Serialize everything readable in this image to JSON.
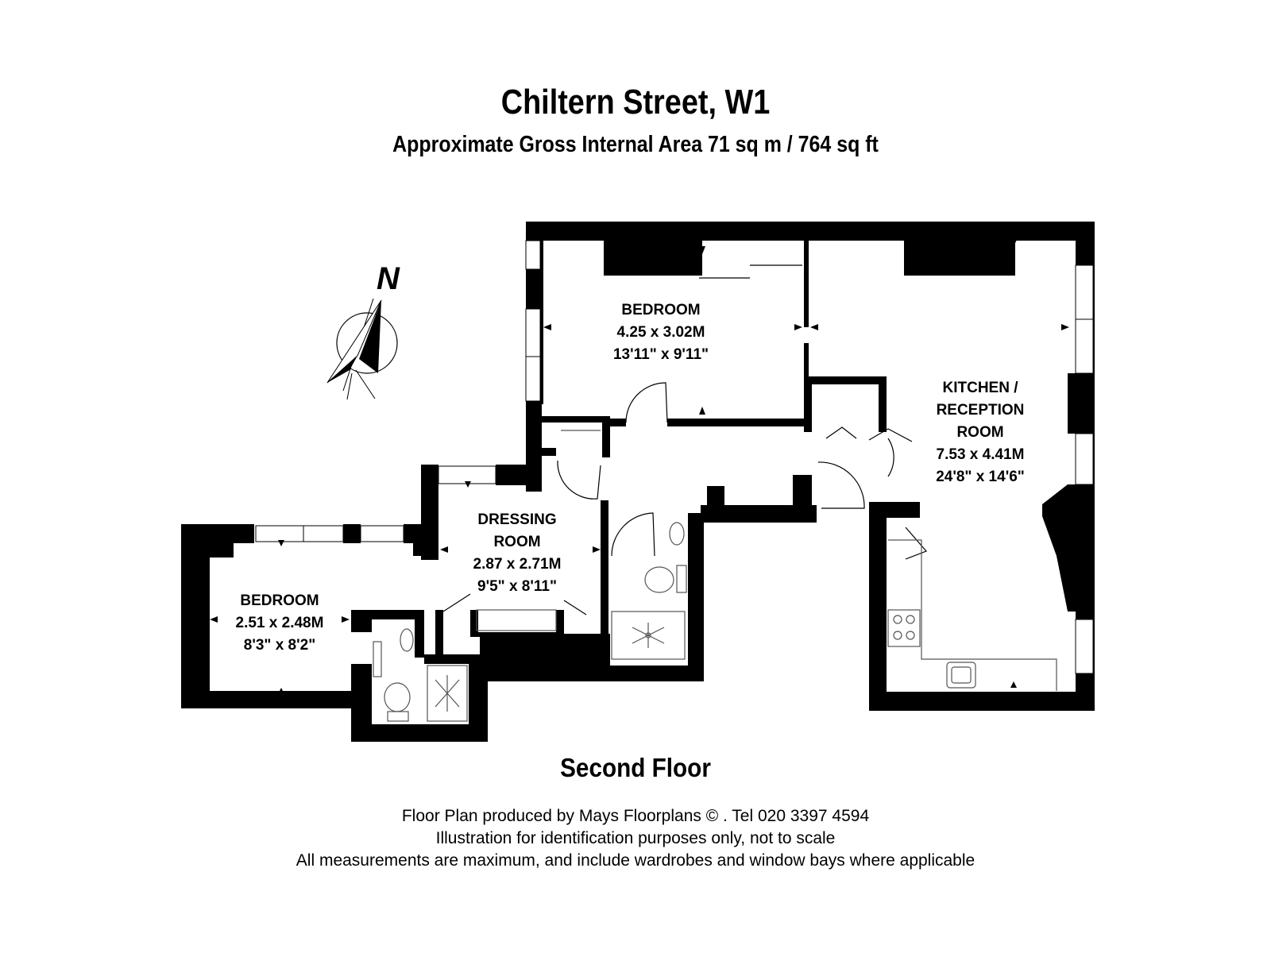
{
  "header": {
    "title": "Chiltern Street, W1",
    "subtitle": "Approximate Gross Internal Area 71 sq m /  764 sq ft"
  },
  "compass": {
    "label": "N"
  },
  "rooms": {
    "bedroom_main": {
      "name": "BEDROOM",
      "metric": "4.25 x 3.02M",
      "imperial": "13'11\" x 9'11\""
    },
    "kitchen": {
      "name_line1": "KITCHEN /",
      "name_line2": "RECEPTION",
      "name_line3": "ROOM",
      "metric": "7.53 x 4.41M",
      "imperial": "24'8\" x 14'6\""
    },
    "dressing": {
      "name_line1": "DRESSING",
      "name_line2": "ROOM",
      "metric": "2.87 x 2.71M",
      "imperial": "9'5\" x 8'11\""
    },
    "bedroom_small": {
      "name": "BEDROOM",
      "metric": "2.51 x 2.48M",
      "imperial": "8'3\" x 8'2\""
    }
  },
  "floor": {
    "label": "Second Floor"
  },
  "footer": {
    "line1": "Floor Plan produced by Mays Floorplans  © . Tel 020 3397 4594",
    "line2": "Illustration for identification purposes only, not to scale",
    "line3": "All measurements are maximum, and include wardrobes and window bays where applicable"
  },
  "colors": {
    "wall": "#000000",
    "background": "#ffffff",
    "fixture": "#555555"
  }
}
